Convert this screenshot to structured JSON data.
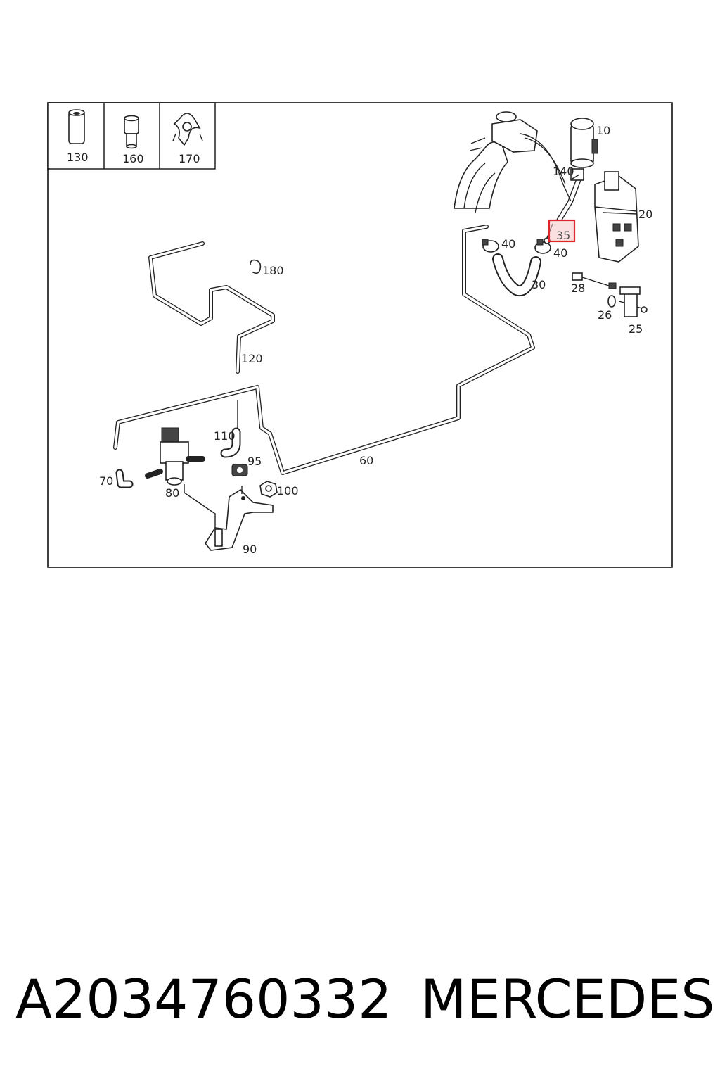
{
  "legend_items": [
    {
      "label": "130",
      "icon": "sleeve-icon"
    },
    {
      "label": "160",
      "icon": "connector-icon"
    },
    {
      "label": "170",
      "icon": "clip-icon"
    }
  ],
  "callouts": {
    "c10": "10",
    "c140": "140",
    "c20": "20",
    "c35": "35",
    "c40a": "40",
    "c40b": "40",
    "c30": "30",
    "c28": "28",
    "c26": "26",
    "c25": "25",
    "c180": "180",
    "c120": "120",
    "c110": "110",
    "c95": "95",
    "c100": "100",
    "c60": "60",
    "c70": "70",
    "c80": "80",
    "c90": "90"
  },
  "highlight": {
    "callout": "35",
    "color": "#e0262b"
  },
  "footer": {
    "part_number": "A2034760332",
    "brand": "MERCEDES"
  }
}
